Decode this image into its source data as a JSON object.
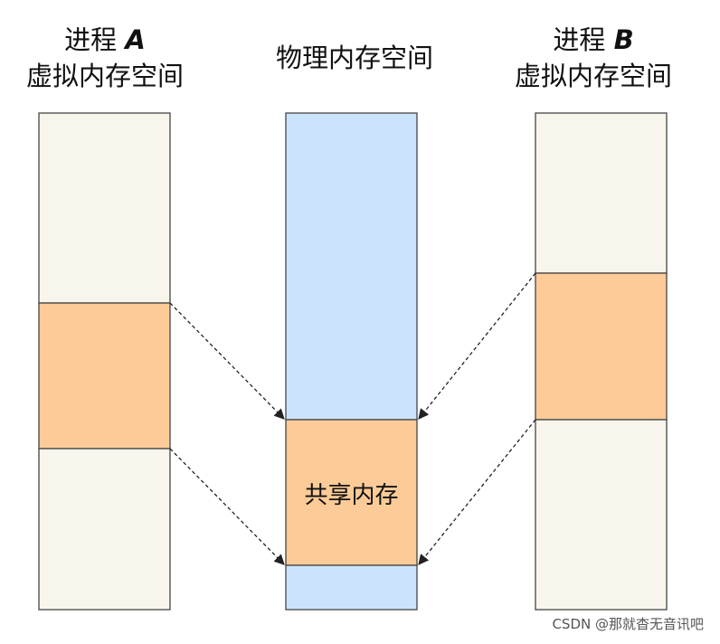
{
  "process_a": {
    "title_line1_cn": "进程",
    "title_line1_latin": "A",
    "title_line2": "虚拟内存空间"
  },
  "physical": {
    "title": "物理内存空间",
    "shared_label": "共享内存"
  },
  "process_b": {
    "title_line1_cn": "进程",
    "title_line1_latin": "B",
    "title_line2": "虚拟内存空间"
  },
  "watermark": "CSDN @那就杳无音讯吧",
  "colors": {
    "free_memory": "#f8f6ec",
    "physical_memory": "#cce4fb",
    "shared_memory": "#fccb97",
    "border": "#444444",
    "arrow": "#222222"
  }
}
